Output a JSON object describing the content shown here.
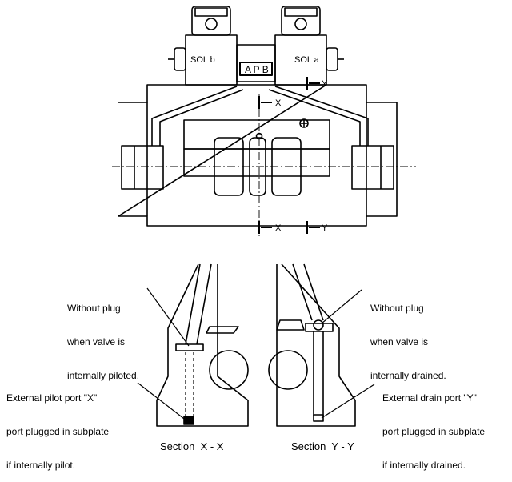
{
  "solenoids": {
    "left": "SOL b",
    "right": "SOL a"
  },
  "port_block": "A P B",
  "section_marks": {
    "x": "X",
    "y": "Y"
  },
  "notes": {
    "without_plug_x": [
      "Without plug",
      "when valve is",
      "internally piloted."
    ],
    "without_plug_y": [
      "Without plug",
      "when valve is",
      "internally drained."
    ],
    "external_pilot": [
      "External pilot port \"X\"",
      "port plugged in subplate",
      "if internally pilot."
    ],
    "external_drain": [
      "External drain port \"Y\"",
      "port plugged in subplate",
      "if internally drained."
    ]
  },
  "section_titles": {
    "x": "Section  X - X",
    "y": "Section  Y - Y"
  }
}
